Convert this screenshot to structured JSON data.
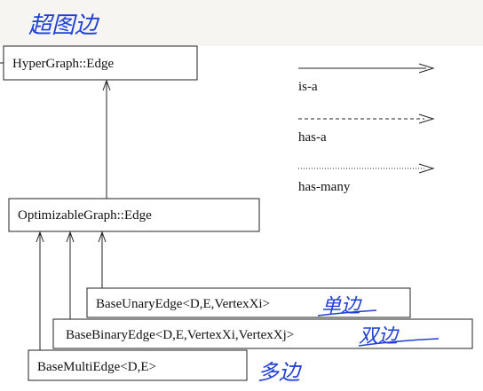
{
  "annotations": {
    "title": "超图边",
    "unary": "单边",
    "binary": "双边",
    "multi": "多边"
  },
  "nodes": {
    "hypergraph_edge": "HyperGraph::Edge",
    "optimizable_edge": "OptimizableGraph::Edge",
    "unary_edge": "BaseUnaryEdge<D,E,VertexXi>",
    "binary_edge": "BaseBinaryEdge<D,E,VertexXi,VertexXj>",
    "multi_edge": "BaseMultiEdge<D,E>"
  },
  "legend": {
    "is_a": "is-a",
    "has_a": "has-a",
    "has_many": "has-many"
  },
  "colors": {
    "annotation": "#1f3fd6",
    "line": "#222222",
    "top_band": "#f6f5f2"
  }
}
